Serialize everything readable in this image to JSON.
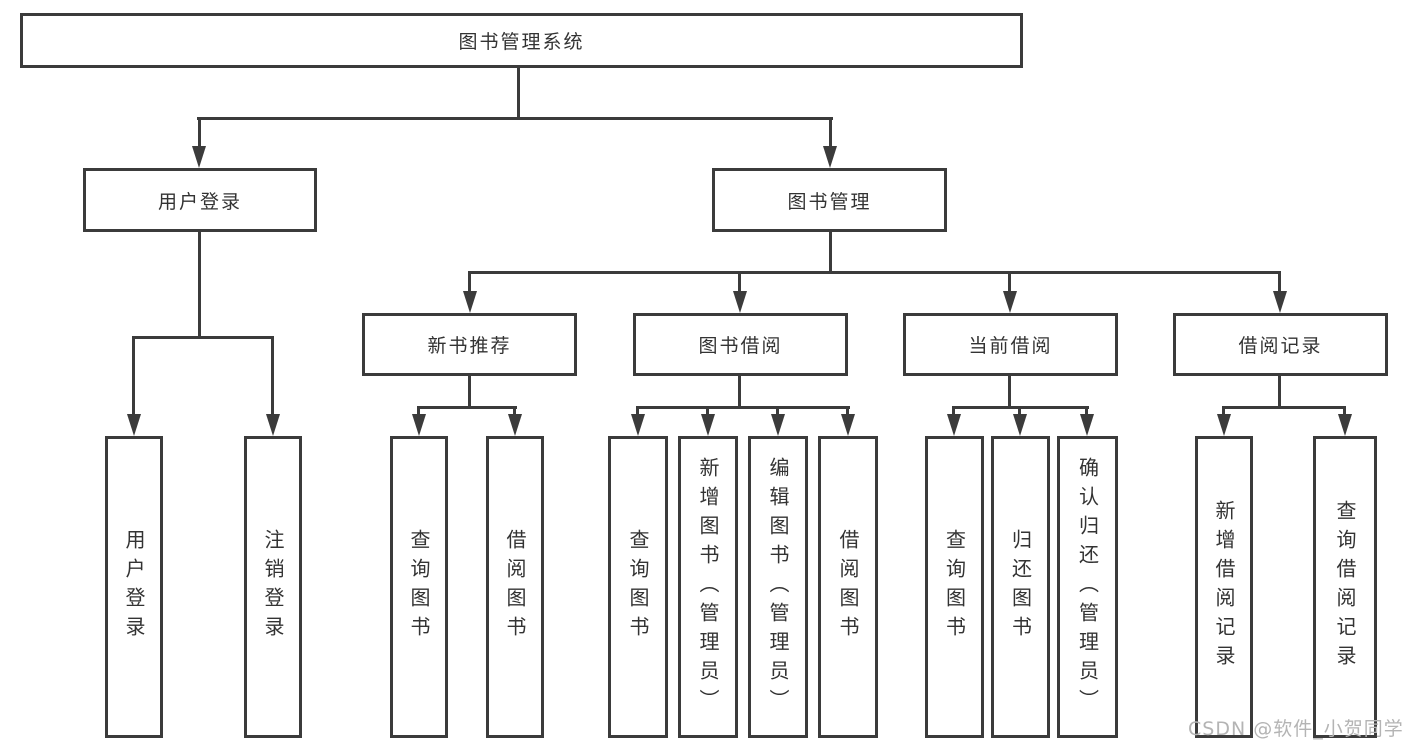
{
  "diagram": {
    "tree": {
      "label": "图书管理系统",
      "children": [
        {
          "label": "用户登录",
          "children": [
            {
              "label": "用户登录"
            },
            {
              "label": "注销登录"
            }
          ]
        },
        {
          "label": "图书管理",
          "children": [
            {
              "label": "新书推荐",
              "children": [
                {
                  "label": "查询图书"
                },
                {
                  "label": "借阅图书"
                }
              ]
            },
            {
              "label": "图书借阅",
              "children": [
                {
                  "label": "查询图书"
                },
                {
                  "label": "新增图书（管理员）"
                },
                {
                  "label": "编辑图书（管理员）"
                },
                {
                  "label": "借阅图书"
                }
              ]
            },
            {
              "label": "当前借阅",
              "children": [
                {
                  "label": "查询图书"
                },
                {
                  "label": "归还图书"
                },
                {
                  "label": "确认归还（管理员）"
                }
              ]
            },
            {
              "label": "借阅记录",
              "children": [
                {
                  "label": "新增借阅记录"
                },
                {
                  "label": "查询借阅记录"
                }
              ]
            }
          ]
        }
      ]
    },
    "colors": {
      "line": "#3b3b3b",
      "text": "#333333",
      "box_fill": "#ffffff",
      "watermark": "#b4b4b4"
    }
  },
  "watermark": "CSDN @软件_小贺同学"
}
